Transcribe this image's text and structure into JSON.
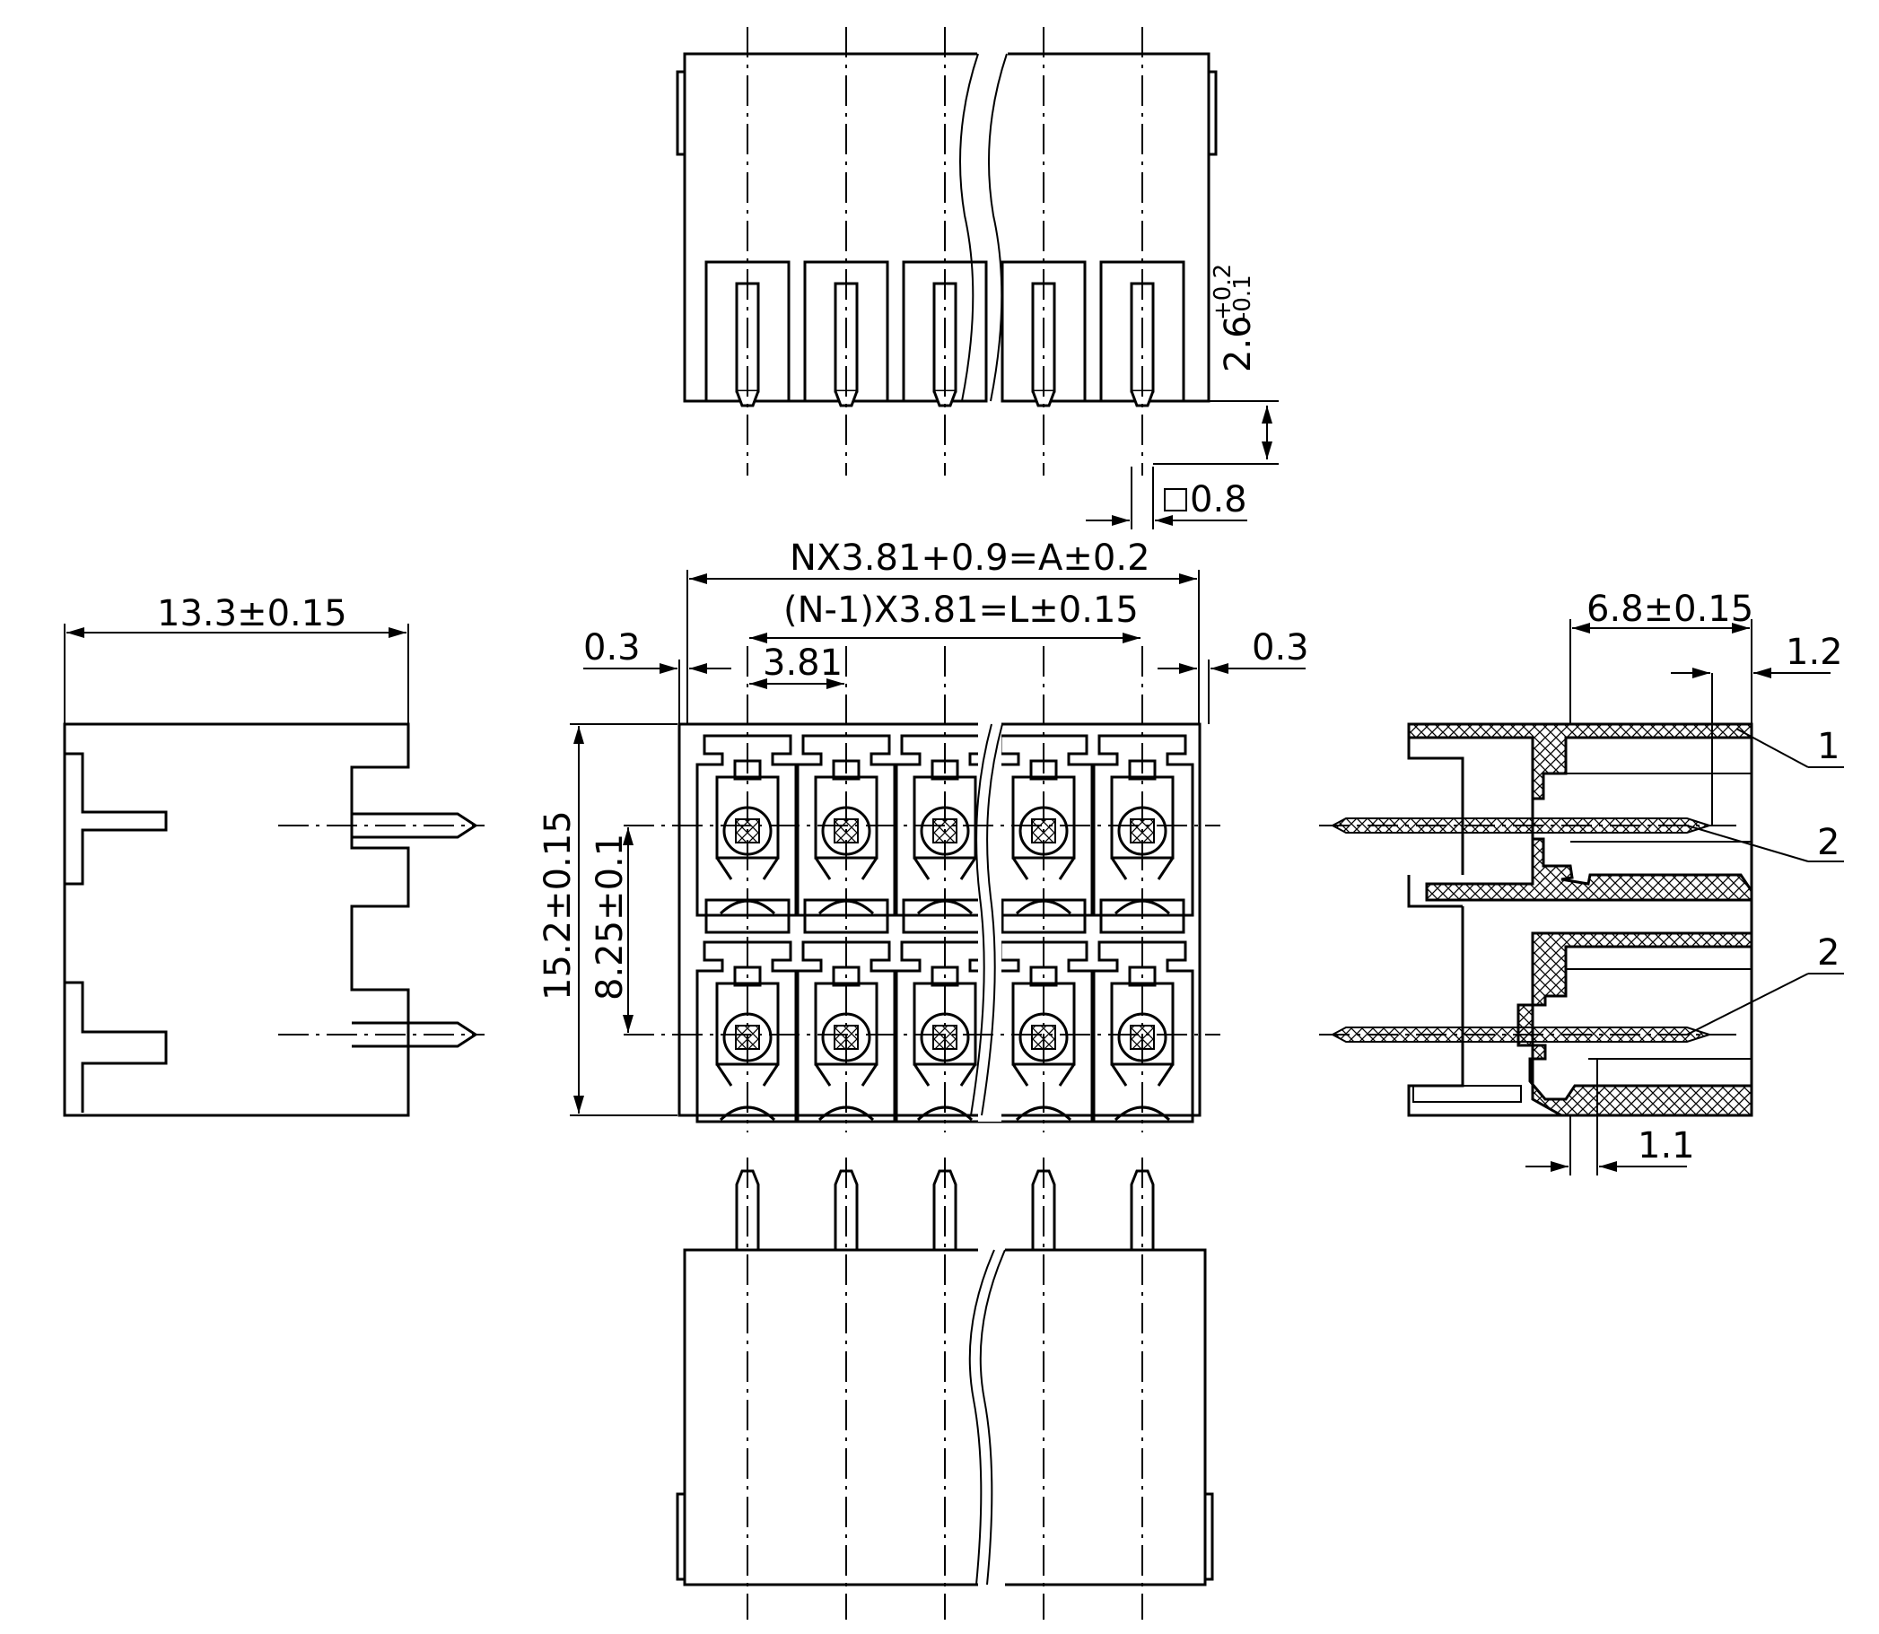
{
  "dimensions": {
    "width_13_3": "13.3±0.15",
    "total_A": "NX3.81+0.9=A±0.2",
    "pitch_L": "(N-1)X3.81=L±0.15",
    "gap_left": "0.3",
    "gap_right": "0.3",
    "pitch": "3.81",
    "height_15_2": "15.2±0.15",
    "row_spacing": "8.25±0.1",
    "pin_length_base": "2.6",
    "pin_length_tol_plus": "+0.2",
    "pin_length_tol_minus": "-0.1",
    "pin_square": "0.8",
    "depth_6_8": "6.8±0.15",
    "offset_1_2": "1.2",
    "offset_1_1": "1.1"
  },
  "callouts": [
    "1",
    "2",
    "2"
  ]
}
